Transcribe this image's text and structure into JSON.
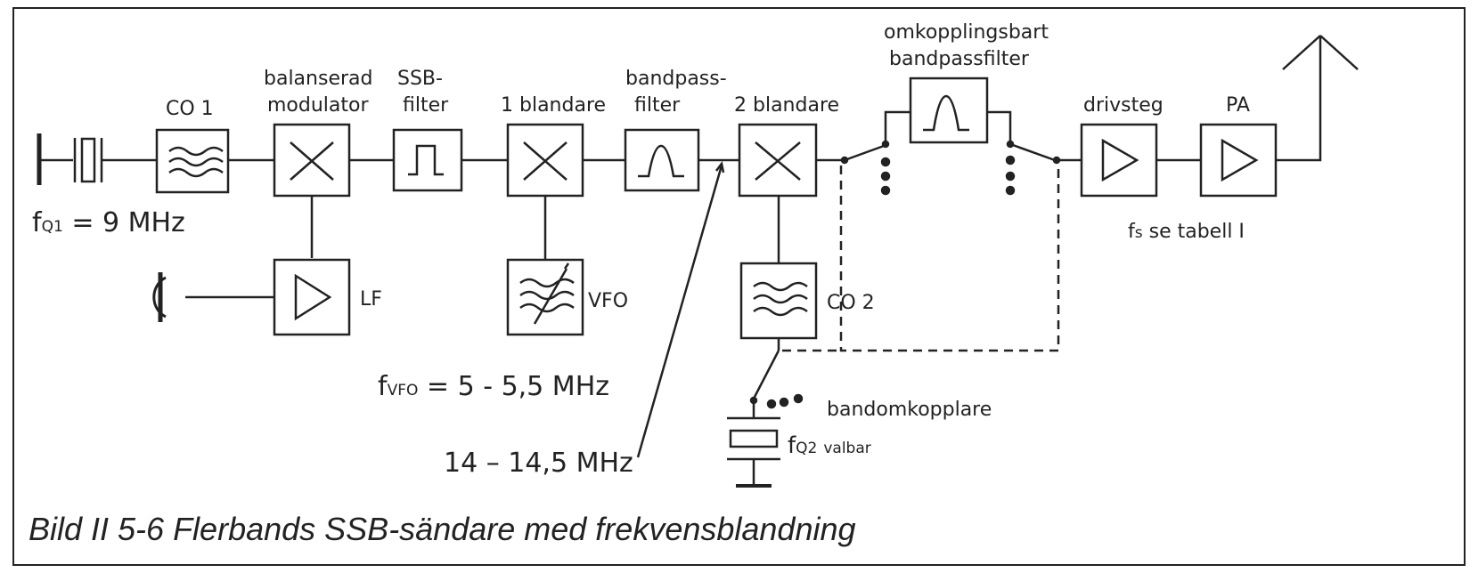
{
  "blocks": {
    "co1": {
      "label": "CO 1"
    },
    "bal_mod": {
      "label_line1": "balanserad",
      "label_line2": "modulator"
    },
    "ssb_filter": {
      "label_line1": "SSB-",
      "label_line2": "filter"
    },
    "mixer1": {
      "label": "1 blandare"
    },
    "bandpass1": {
      "label_line1": "bandpass-",
      "label_line2": "filter"
    },
    "mixer2": {
      "label": "2 blandare"
    },
    "switch_bp": {
      "label_line1": "omkopplingsbart",
      "label_line2": "bandpassfilter"
    },
    "driver": {
      "label": "drivsteg"
    },
    "pa": {
      "label": "PA"
    },
    "lf_amp": {
      "label": "LF"
    },
    "vfo": {
      "label": "VFO"
    },
    "co2": {
      "label": "CO 2"
    }
  },
  "annotations": {
    "fq1_main": "f",
    "fq1_sub": "Q1",
    "fq1_value": "= 9 MHz",
    "fvfo_main": "f",
    "fvfo_sub": "VFO",
    "fvfo_value": "= 5 - 5,5 MHz",
    "mid_freq": "14 – 14,5 MHz",
    "fs_main": "f",
    "fs_sub": "s",
    "fs_value": "se tabell I",
    "band_switch": "bandomkopplare",
    "fq2_main": "f",
    "fq2_sub": "Q2",
    "fq2_value": "valbar"
  },
  "caption": "Bild II 5-6  Flerbands SSB-sändare med frekvensblandning"
}
